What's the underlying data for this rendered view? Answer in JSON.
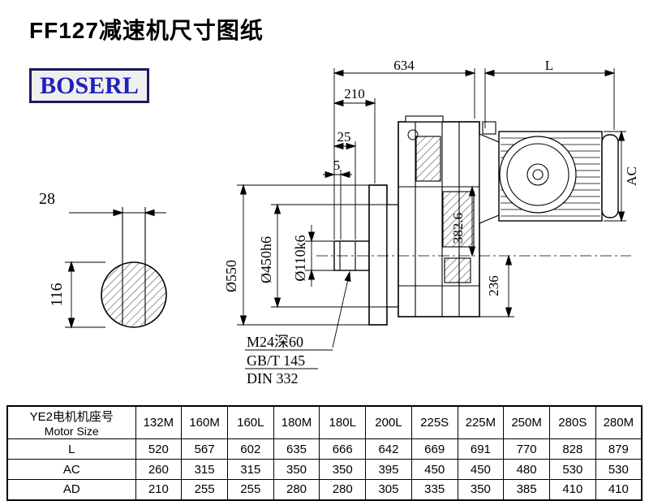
{
  "page": {
    "title": "FF127减速机尺寸图纸",
    "brand": "BOSERL"
  },
  "drawing": {
    "dims": {
      "overall_width": "634",
      "motor_length": "L",
      "flange_offset": "210",
      "shoulder": "25",
      "gap": "5",
      "motor_height": "AC",
      "flange_diameter": "Ø550",
      "spigot_diameter": "Ø450h6",
      "shaft_diameter": "Ø110k6",
      "center_to_top": "382.6",
      "center_to_bottom": "236",
      "key_width": "28",
      "shaft_key_height": "116"
    },
    "notes": {
      "tap": "M24深60",
      "std_gb": "GB/T 145",
      "std_din": "DIN 332"
    }
  },
  "table": {
    "header_cn": "YE2电机机座号",
    "header_en": "Motor Size",
    "columns": [
      "132M",
      "160M",
      "160L",
      "180M",
      "180L",
      "200L",
      "225S",
      "225M",
      "250M",
      "280S",
      "280M"
    ],
    "rows": [
      {
        "label": "L",
        "values": [
          "520",
          "567",
          "602",
          "635",
          "666",
          "642",
          "669",
          "691",
          "770",
          "828",
          "879"
        ]
      },
      {
        "label": "AC",
        "values": [
          "260",
          "315",
          "315",
          "350",
          "350",
          "395",
          "450",
          "450",
          "480",
          "530",
          "530"
        ]
      },
      {
        "label": "AD",
        "values": [
          "210",
          "255",
          "255",
          "280",
          "280",
          "305",
          "335",
          "350",
          "385",
          "410",
          "410"
        ]
      }
    ]
  }
}
